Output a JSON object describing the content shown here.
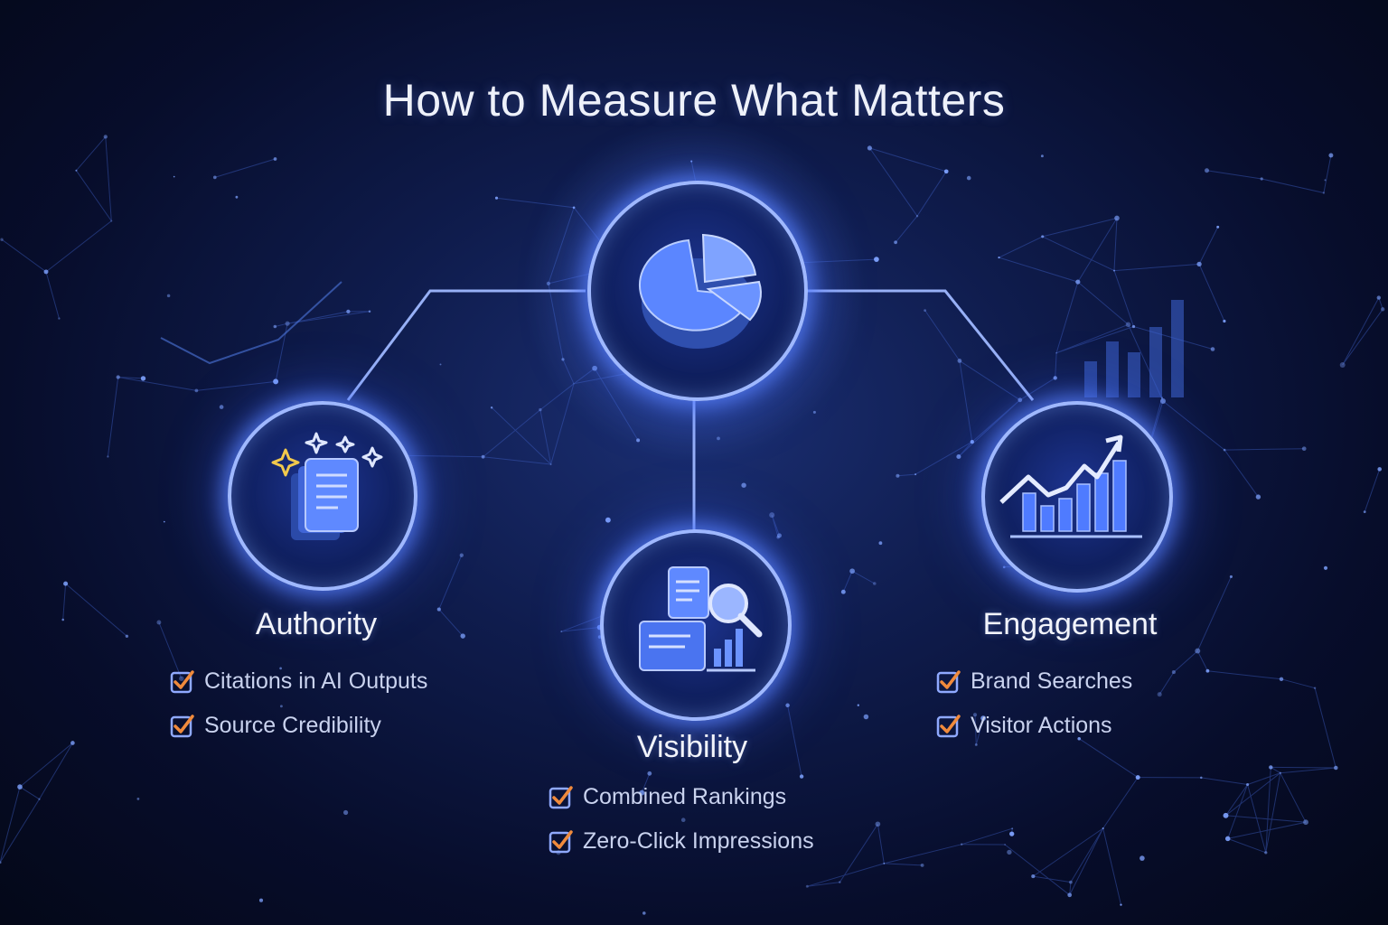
{
  "title": "How to Measure What Matters",
  "center": {
    "icon": "pie-chart-icon"
  },
  "sections": [
    {
      "id": "authority",
      "label": "Authority",
      "icon": "documents-stars-icon",
      "items": [
        "Citations in AI Outputs",
        "Source Credibility"
      ]
    },
    {
      "id": "visibility",
      "label": "Visibility",
      "icon": "document-magnifier-icon",
      "items": [
        "Combined Rankings",
        "Zero-Click Impressions"
      ]
    },
    {
      "id": "engagement",
      "label": "Engagement",
      "icon": "growth-chart-icon",
      "items": [
        "Brand Searches",
        "Visitor Actions"
      ]
    }
  ],
  "colors": {
    "accent": "#5b86ff",
    "glow": "#9fb8ff",
    "check": "#f08a3c",
    "star": "#f2c94c"
  }
}
